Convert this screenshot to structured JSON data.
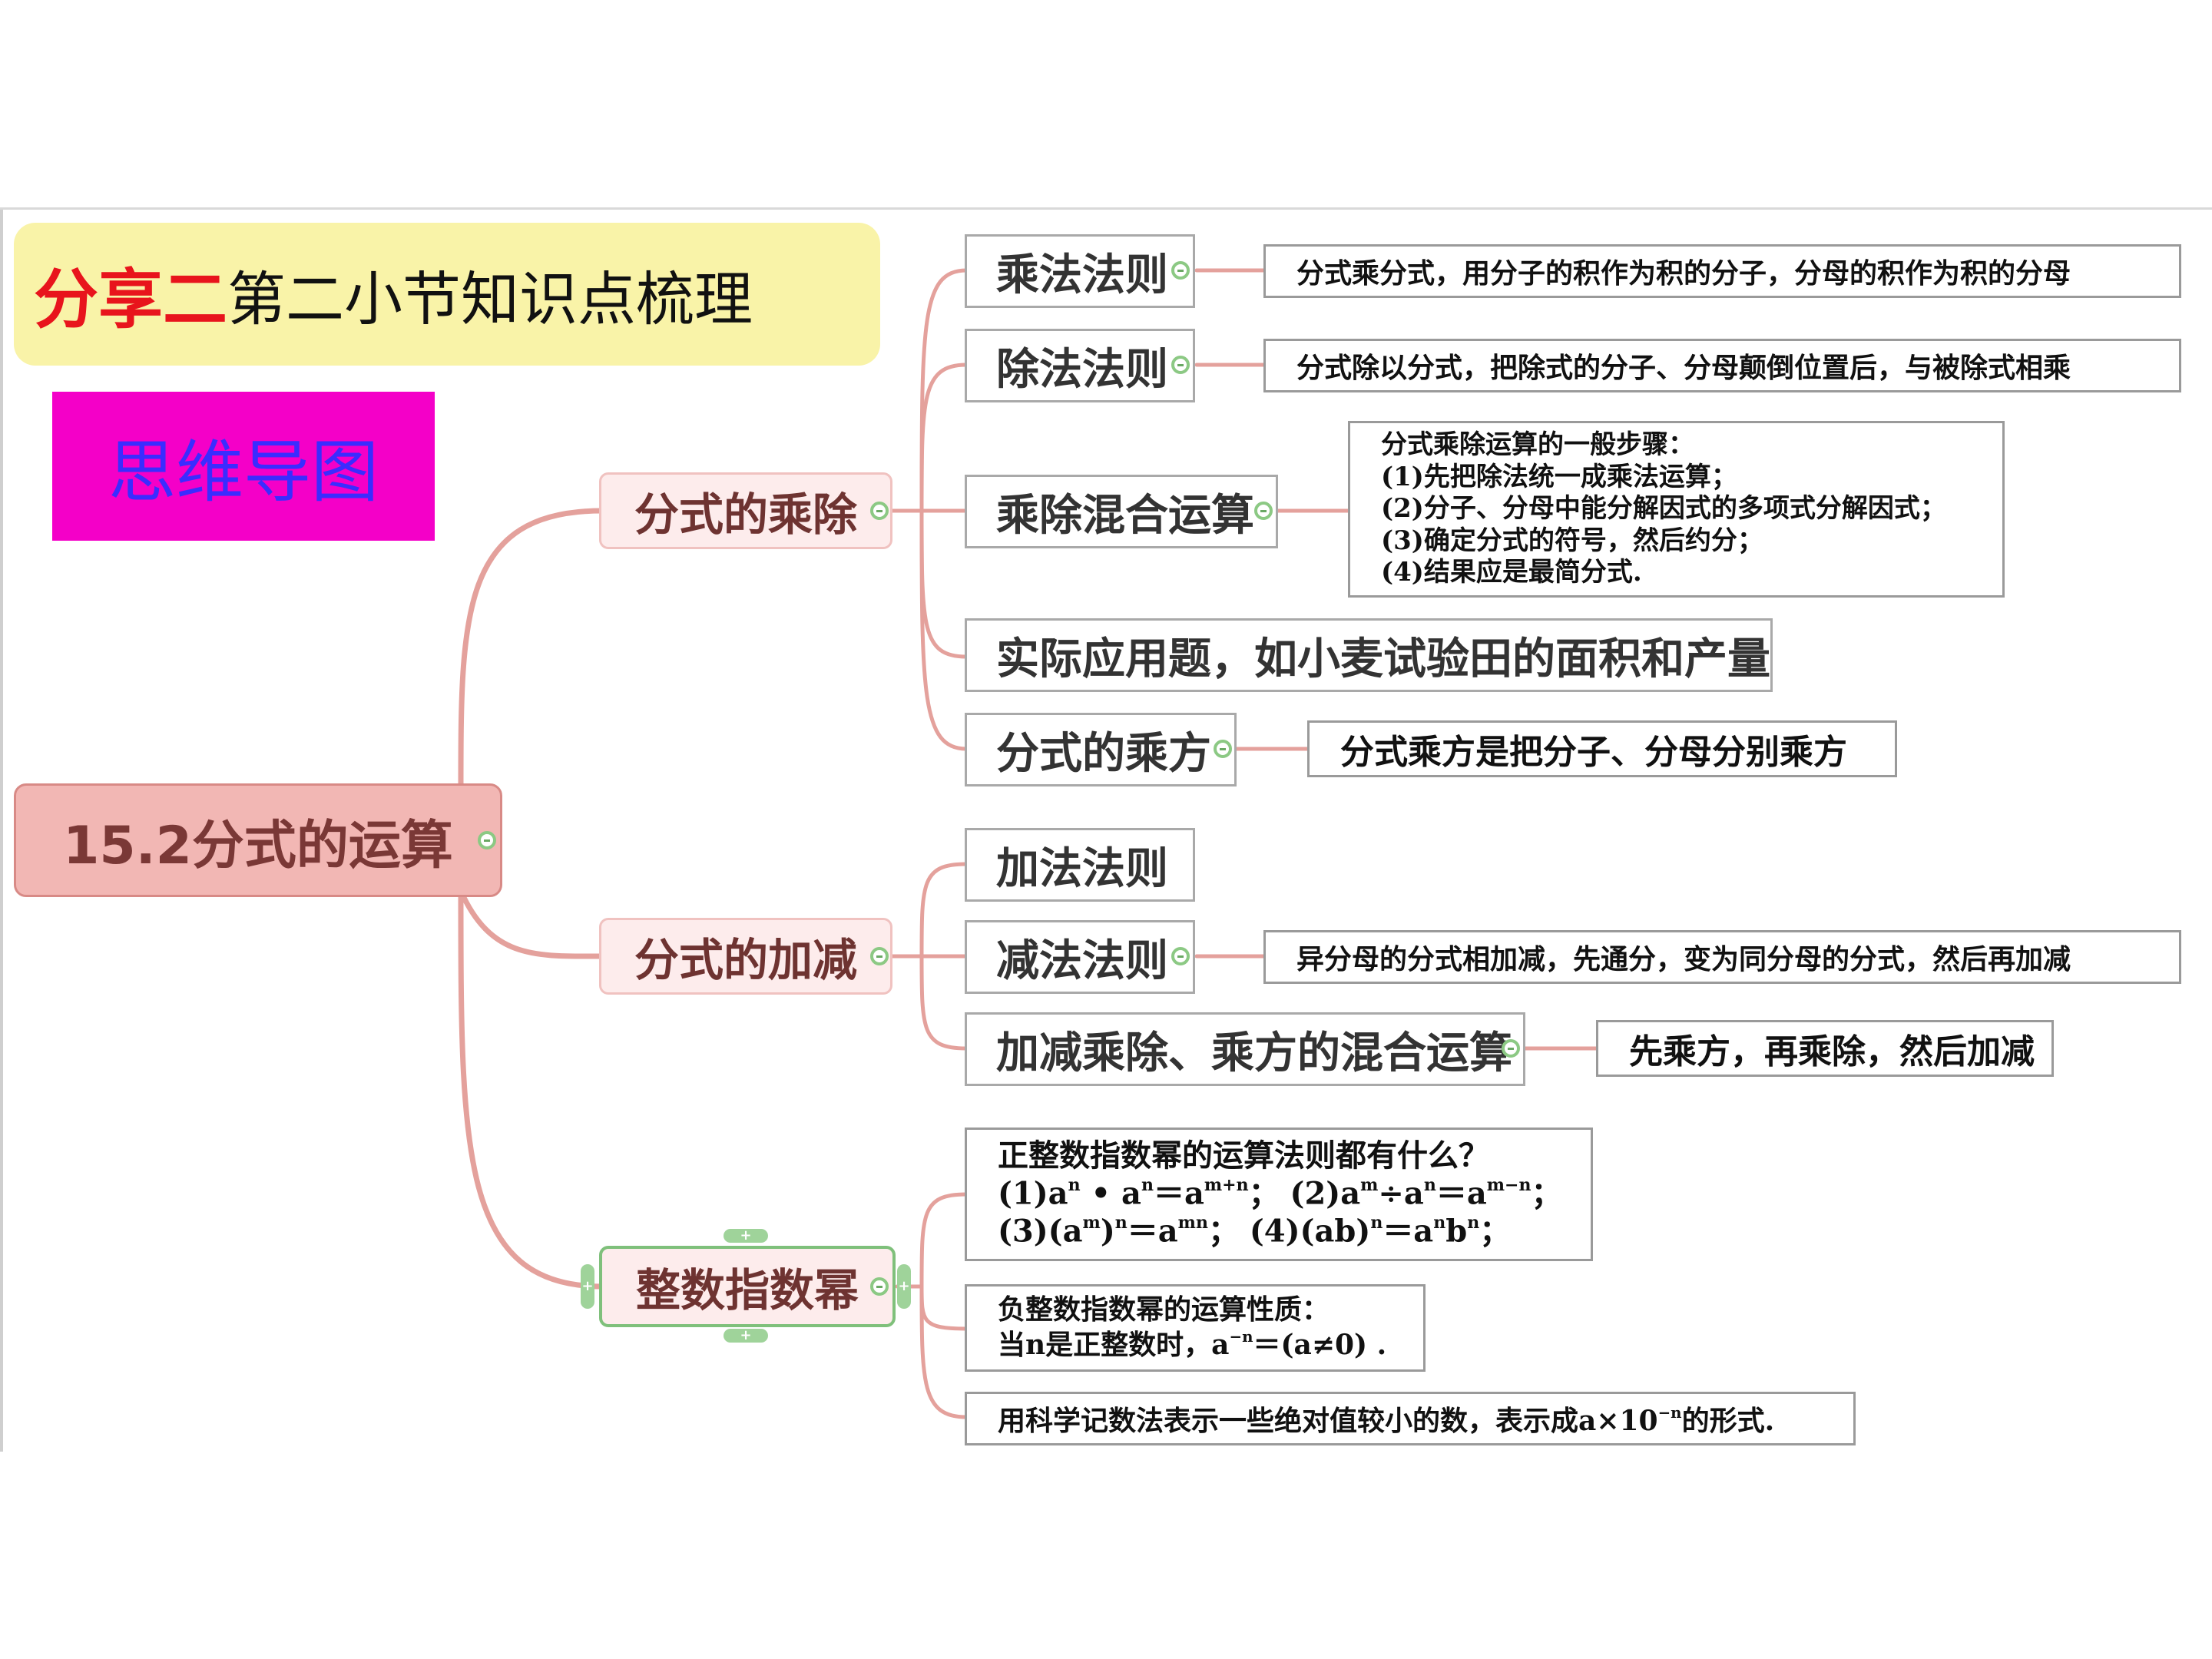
{
  "title": {
    "red": "分享二",
    "black": "第二小节知识点梳理"
  },
  "mind_map_label": "思维导图",
  "root": {
    "label": "15.2分式的运算"
  },
  "branches": [
    {
      "label": "分式的乘除",
      "children": [
        {
          "label": "乘法法则",
          "note": "分式乘分式，用分子的积作为积的分子，分母的积作为积的分母"
        },
        {
          "label": "除法法则",
          "note": "分式除以分式，把除式的分子、分母颠倒位置后，与被除式相乘"
        },
        {
          "label": "乘除混合运算",
          "note_lines": [
            "分式乘除运算的一般步骤：",
            "(1)先把除法统一成乘法运算；",
            "(2)分子、分母中能分解因式的多项式分解因式；",
            "(3)确定分式的符号，然后约分；",
            "(4)结果应是最简分式."
          ]
        },
        {
          "label": "实际应用题，如小麦试验田的面积和产量"
        },
        {
          "label": "分式的乘方",
          "note": "分式乘方是把分子、分母分别乘方"
        }
      ]
    },
    {
      "label": "分式的加减",
      "children": [
        {
          "label": "加法法则"
        },
        {
          "label": "减法法则",
          "note": "异分母的分式相加减，先通分，变为同分母的分式，然后再加减"
        },
        {
          "label": "加减乘除、乘方的混合运算",
          "note": "先乘方，再乘除，然后加减"
        }
      ]
    },
    {
      "label": "整数指数幂",
      "children": [
        {
          "heading": "正整数指数幂的运算法则都有什么？",
          "r1a": "(1)a",
          "r1a_sup": "n",
          "r1b": " • a",
          "r1b_sup": "n",
          "r1c": "＝a",
          "r1c_sup": "m+n",
          "r1d": "；  (2)a",
          "r1d_sup": "m",
          "r1e": "÷a",
          "r1e_sup": "n",
          "r1f": "＝a",
          "r1f_sup": "m−n",
          "r1g": "；",
          "r2a": "(3)(a",
          "r2a_sup": "m",
          "r2b": ")",
          "r2b_sup": "n",
          "r2c": "＝a",
          "r2c_sup": "mn",
          "r2d": "；  (4)(ab)",
          "r2d_sup": "n",
          "r2e": "＝a",
          "r2e_sup": "n",
          "r2f": "b",
          "r2f_sup": "n",
          "r2g": "；"
        },
        {
          "heading": "负整数指数幂的运算性质：",
          "line_a": "当n是正整数时，a",
          "line_sup": "−n",
          "line_b": "＝(a≠0) ."
        },
        {
          "label_a": "用科学记数法表示一些绝对值较小的数，表示成a×10",
          "label_sup": "−n",
          "label_b": "的形式."
        }
      ]
    }
  ],
  "handle_plus": "+",
  "colors": {
    "link": "#e4a19c",
    "root": "#f2b7b4",
    "title_bg": "#f9f3a8",
    "mind_map_bg": "#f400c8"
  }
}
